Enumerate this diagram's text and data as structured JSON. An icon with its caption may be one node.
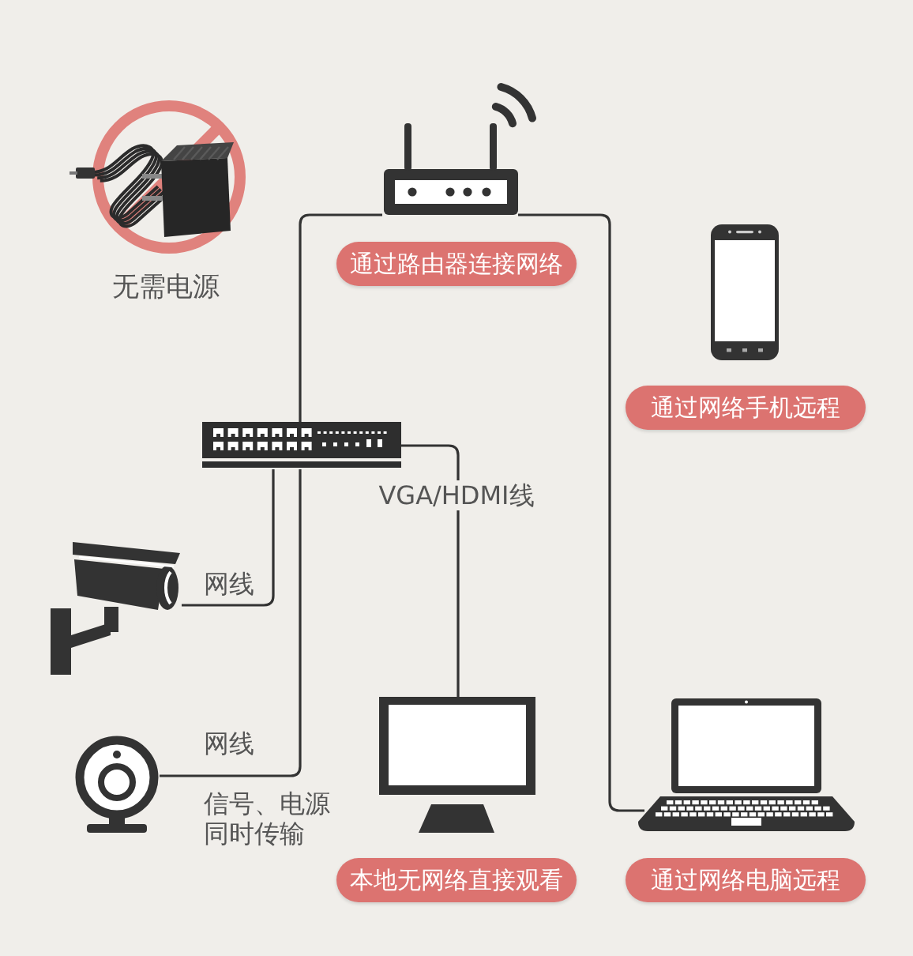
{
  "diagram": {
    "nodes": [
      {
        "text": [],
        "shape": "picture",
        "beside": [
          "无需电源"
        ]
      },
      {
        "text": [],
        "shape": "picture"
      },
      {
        "text": [
          "通过路由器连接网络"
        ]
      },
      {
        "text": [],
        "shape": "picture"
      },
      {
        "text": [
          "通过网络手机远程"
        ]
      },
      {
        "text": [],
        "shape": "picture"
      },
      {
        "text": [],
        "shape": "picture"
      },
      {
        "text": [],
        "shape": "picture"
      },
      {
        "text": [],
        "shape": "picture"
      },
      {
        "text": [],
        "shape": "picture"
      },
      {
        "text": [
          "本地无网络直接观看"
        ]
      },
      {
        "text": [
          "通过网络电脑远程"
        ]
      }
    ],
    "edges": [
      {
        "from": 1,
        "to": 5,
        "arrow": "none"
      },
      {
        "from": 1,
        "to": 9,
        "arrow": "none"
      },
      {
        "from": 5,
        "to": 6,
        "arrow": "none",
        "label": "网线"
      },
      {
        "from": 5,
        "to": 7,
        "arrow": "none",
        "label": "网线"
      },
      {
        "from": 5,
        "to": 8,
        "arrow": "none",
        "label": "VGA/HDMI线"
      }
    ],
    "labels": [
      "信号、电源同时传输"
    ]
  }
}
